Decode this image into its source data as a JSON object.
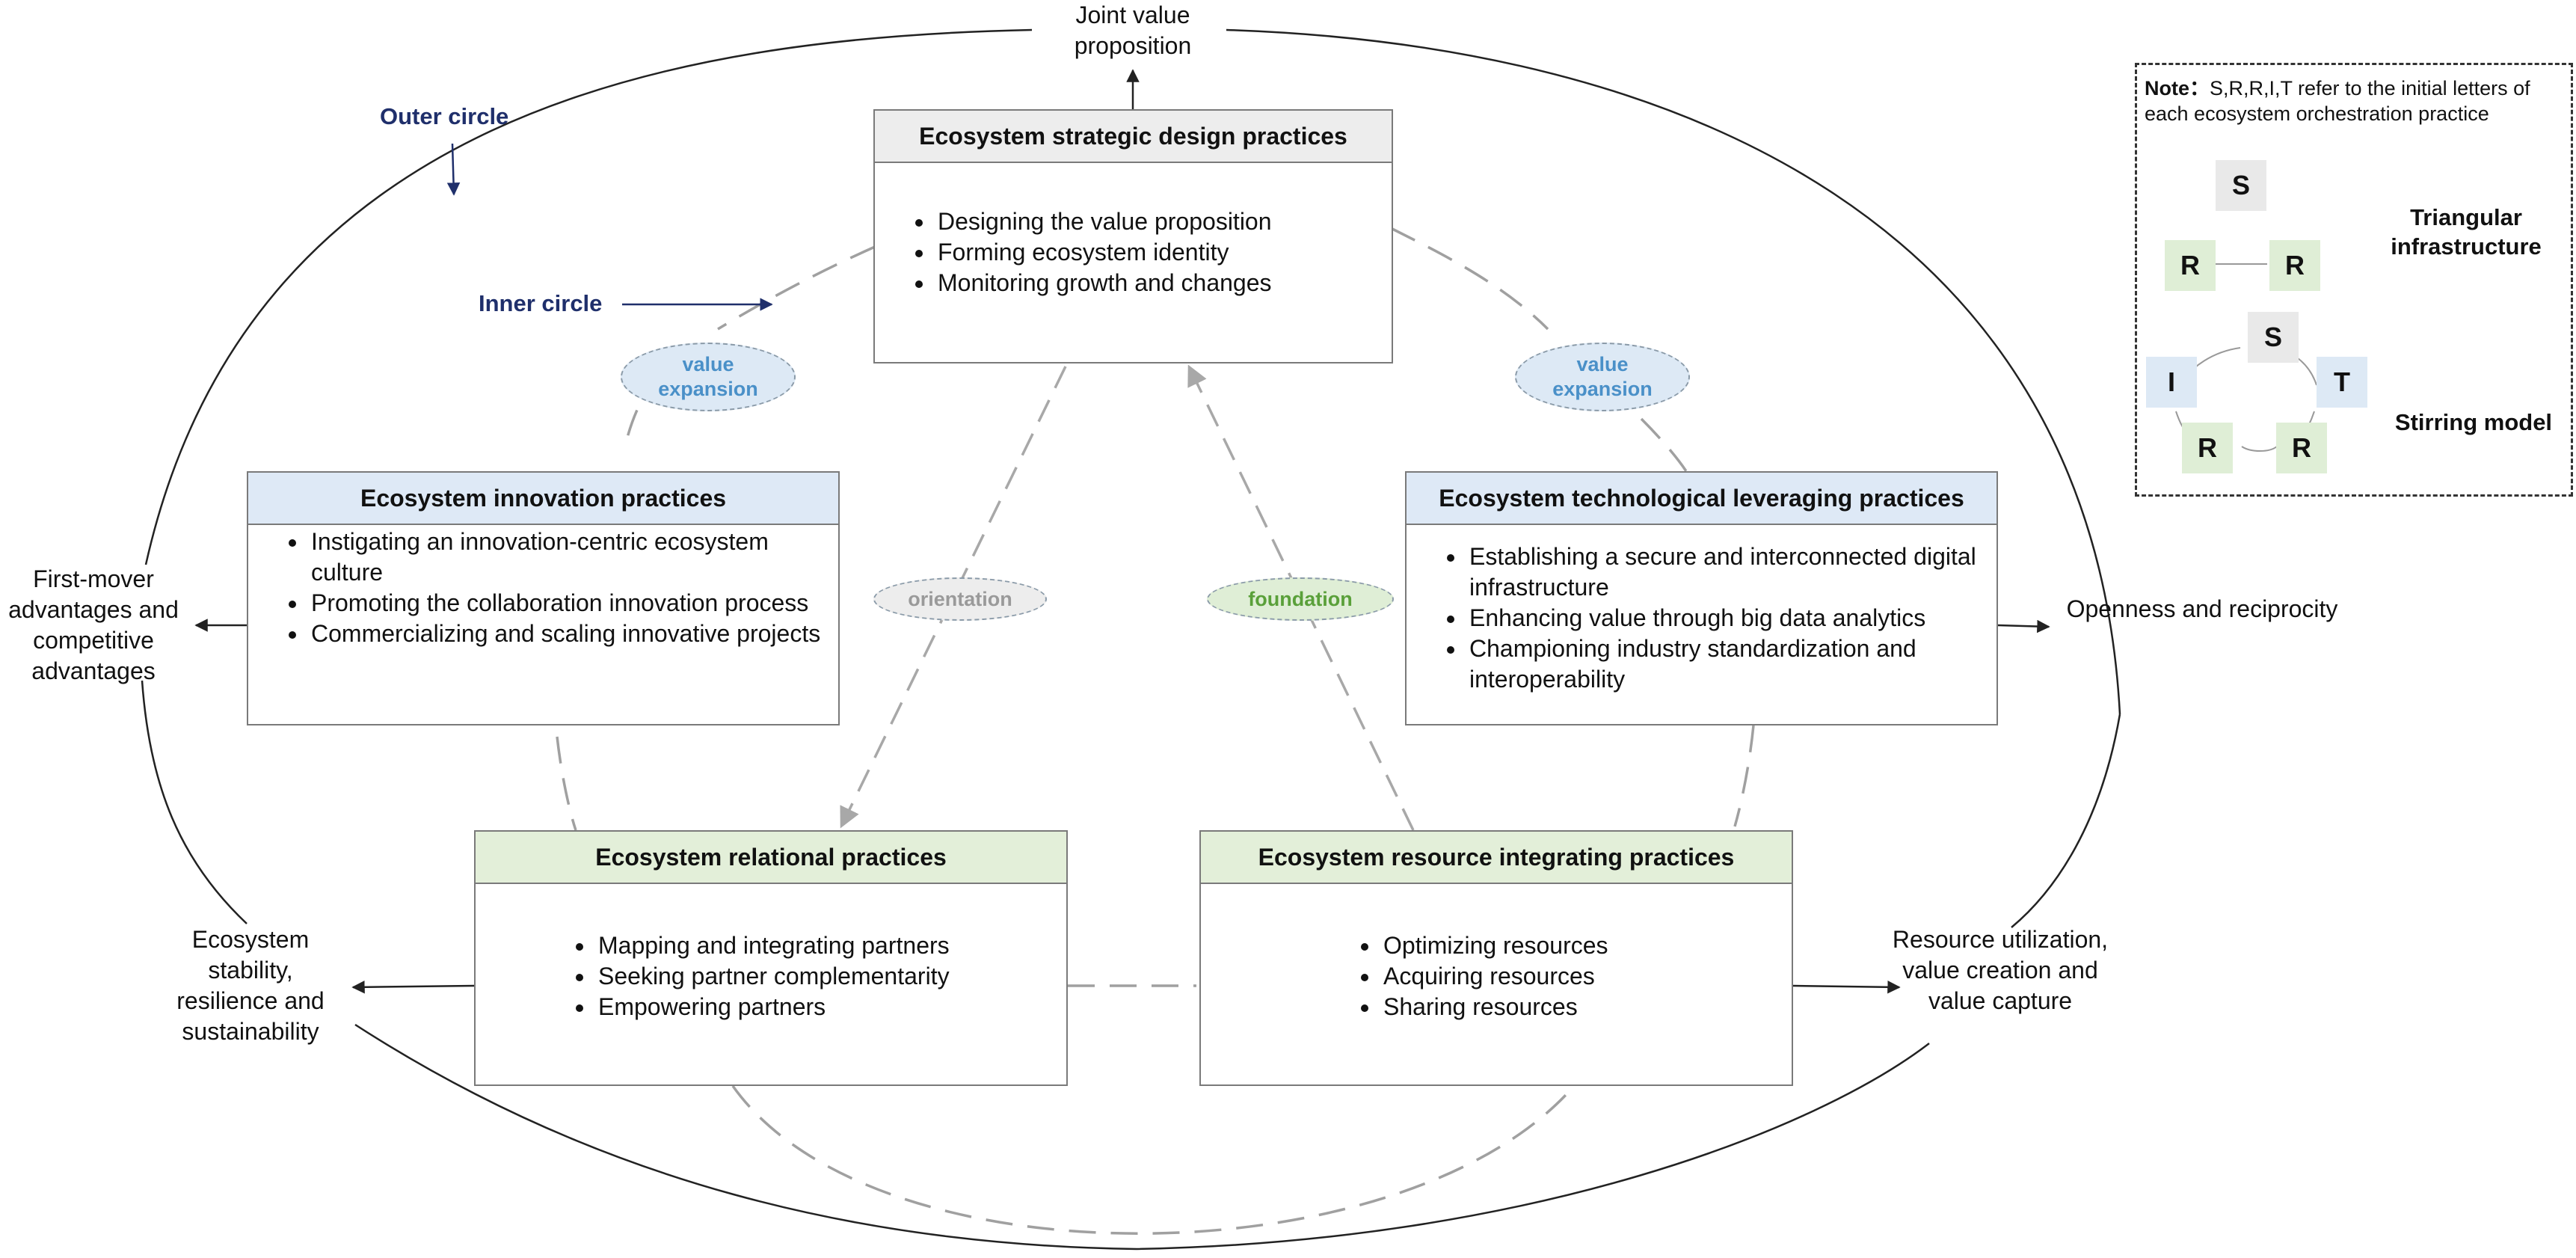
{
  "colors": {
    "box_border": "#7a7a7a",
    "strategic_header": "#ededed",
    "innovation_header": "#dee9f6",
    "relational_header": "#e3efd9",
    "resource_header": "#e3efd9",
    "technological_header": "#dee9f6",
    "value_expansion": "#4a90c8",
    "orientation": "#9a9a9a",
    "foundation": "#5aa03a",
    "circle_labels": "#1f2f6b"
  },
  "labels": {
    "outer_circle": "Outer circle",
    "inner_circle": "Inner circle",
    "value_expansion_left": "value expansion",
    "value_expansion_right": "value expansion",
    "orientation": "orientation",
    "foundation": "foundation"
  },
  "outcomes": {
    "top": "Joint value proposition",
    "left": "First-mover advantages and competitive advantages",
    "right": "Openness and reciprocity",
    "bottom_left": "Ecosystem stability, resilience and sustainability",
    "bottom_right": "Resource utilization, value creation and value capture"
  },
  "boxes": {
    "strategic": {
      "title": "Ecosystem strategic design practices",
      "items": [
        "Designing the value proposition",
        "Forming ecosystem identity",
        "Monitoring growth and changes"
      ]
    },
    "innovation": {
      "title": "Ecosystem innovation practices",
      "items": [
        "Instigating an innovation-centric ecosystem culture",
        "Promoting the collaboration innovation process",
        "Commercializing and scaling innovative projects"
      ]
    },
    "technological": {
      "title": "Ecosystem technological leveraging practices",
      "items": [
        "Establishing a secure and interconnected digital infrastructure",
        "Enhancing value through big data analytics",
        "Championing industry standardization and interoperability"
      ]
    },
    "relational": {
      "title": "Ecosystem relational practices",
      "items": [
        "Mapping and integrating partners",
        "Seeking partner complementarity",
        "Empowering partners"
      ]
    },
    "resource": {
      "title": "Ecosystem resource integrating practices",
      "items": [
        "Optimizing resources",
        "Acquiring resources",
        "Sharing resources"
      ]
    }
  },
  "legend": {
    "note_label": "Note：",
    "note_text": "S,R,R,I,T refer to the initial letters of each ecosystem orchestration practice",
    "triangular_title": "Triangular infrastructure",
    "stirring_title": "Stirring model",
    "triangular_nodes": [
      "S",
      "R",
      "R"
    ],
    "stirring_nodes": [
      "S",
      "I",
      "T",
      "R",
      "R"
    ]
  }
}
